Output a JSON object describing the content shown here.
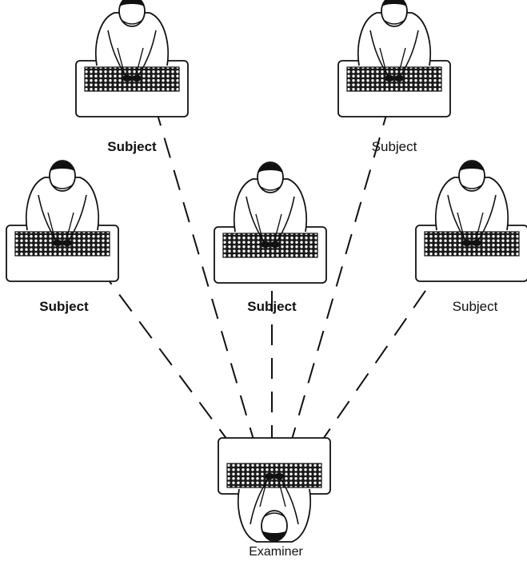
{
  "subjects": [
    {
      "label": "Subject",
      "bold": true
    },
    {
      "label": "Subject",
      "bold": false
    },
    {
      "label": "Subject",
      "bold": true
    },
    {
      "label": "Subject",
      "bold": true
    },
    {
      "label": "Subject",
      "bold": false
    }
  ],
  "examiner": {
    "label": "Examiner"
  },
  "colors": {
    "ink": "#111111",
    "keyboard_grid": "#1a1a1a",
    "hair": "#1a1a1a"
  }
}
